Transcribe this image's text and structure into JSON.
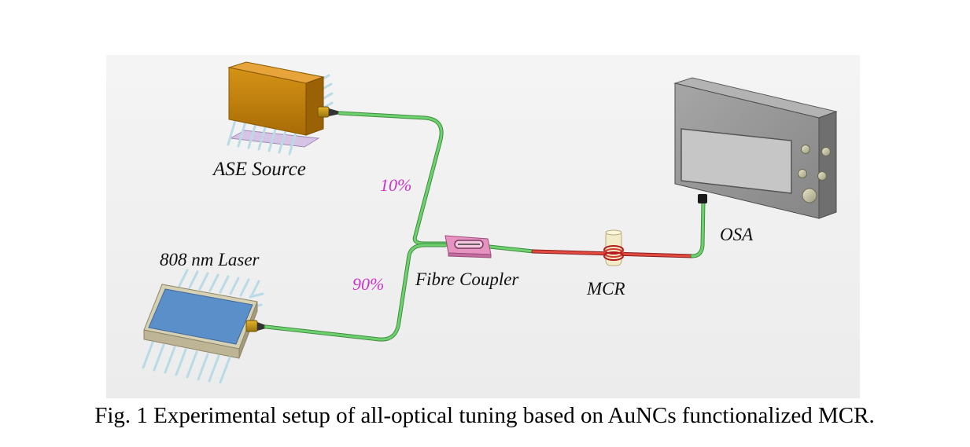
{
  "labels": {
    "ase_source": "ASE Source",
    "laser": "808 nm Laser",
    "coupler": "Fibre Coupler",
    "mcr": "MCR",
    "osa": "OSA",
    "split_top": "10%",
    "split_bottom": "90%"
  },
  "caption": "Fig. 1 Experimental setup of all-optical tuning based on AuNCs functionalized MCR.",
  "colors": {
    "fiber": "#5cc05c",
    "heated_fiber": "#e0403a",
    "percent_text": "#cc33cc",
    "ase_box": "#c8870e",
    "laser_top": "#5a8fc9",
    "coupler": "#e88fc0",
    "osa_body": "#9a9a9a",
    "osa_screen": "#c4c4c4",
    "background_panel": "#f1f1f1"
  }
}
